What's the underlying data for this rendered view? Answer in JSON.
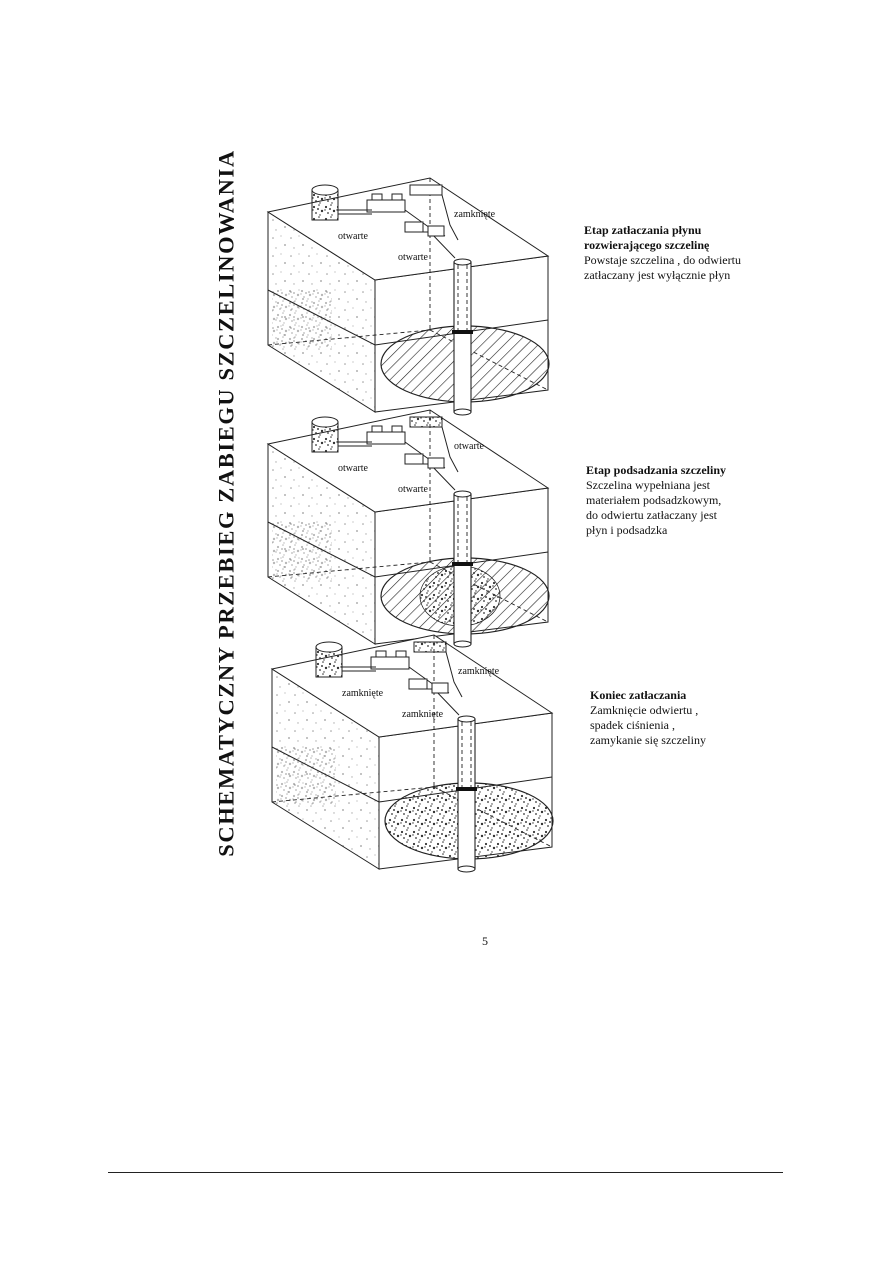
{
  "title": "SCHEMATYCZNY PRZEBIEG ZABIEGU SZCZELINOWANIA",
  "stages": [
    {
      "heading": "Etap zatłaczania płynu rozwierającego szczelinę",
      "heading_lines": [
        "Etap zatłaczania płynu",
        "rozwierającego szczelinę"
      ],
      "text_lines": [
        "Powstaje szczelina , do odwiertu",
        "zatłaczany jest wyłącznie płyn"
      ],
      "valve_labels": [
        "otwarte",
        "otwarte",
        "zamknięte"
      ],
      "fracture": "hatched"
    },
    {
      "heading": "Etap podsadzania szczeliny",
      "heading_lines": [
        "Etap podsadzania szczeliny"
      ],
      "text_lines": [
        "Szczelina wypełniana jest",
        "materiałem podsadzkowym,",
        "do odwiertu zatłaczany jest",
        "płyn i podsadzka"
      ],
      "valve_labels": [
        "otwarte",
        "otwarte",
        "otwarte"
      ],
      "fracture": "hatched-and-proppant"
    },
    {
      "heading": "Koniec zatłaczania",
      "heading_lines": [
        "Koniec zatłaczania"
      ],
      "text_lines": [
        "Zamknięcie odwiertu ,",
        "spadek ciśnienia ,",
        "zamykanie się szczeliny"
      ],
      "valve_labels": [
        "zamknięte",
        "zamknięte",
        "zamknięte"
      ],
      "fracture": "proppant"
    }
  ],
  "page_number": "5",
  "icons": {
    "tank": "tank-icon",
    "pump": "pump-icon",
    "valve": "valve-icon",
    "wellbore": "wellbore-icon"
  }
}
